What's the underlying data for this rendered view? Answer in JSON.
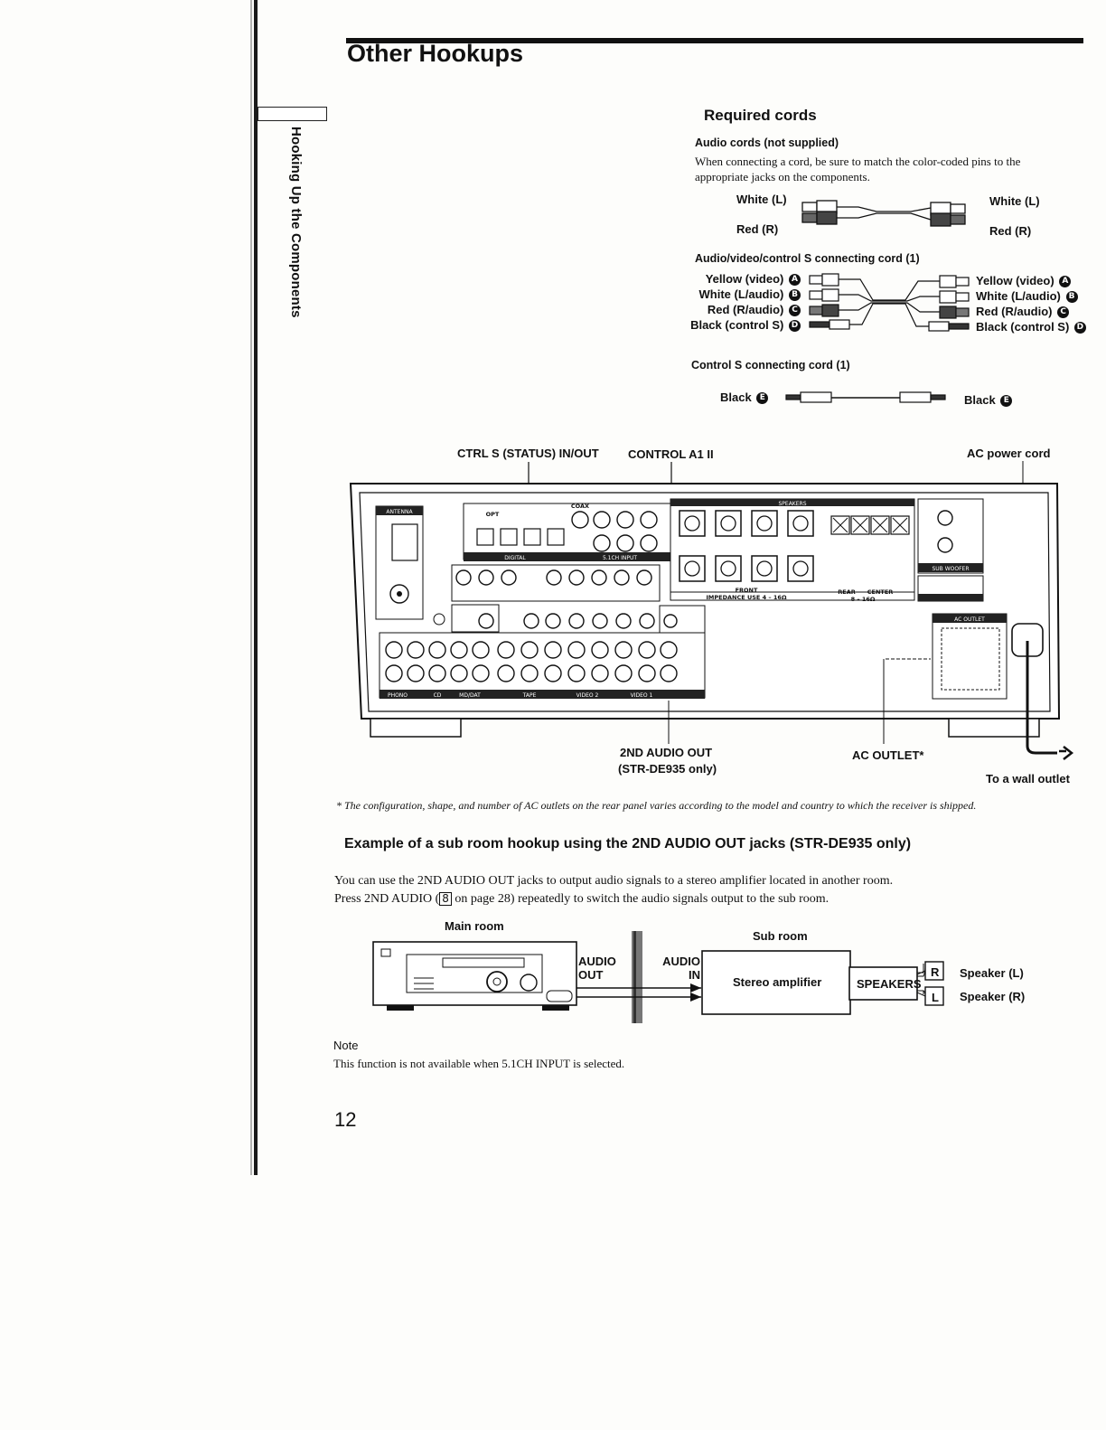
{
  "side_tab": "Hooking Up the Components",
  "heading": "Other Hookups",
  "required": {
    "title": "Required cords",
    "audio_title": "Audio cords (not supplied)",
    "audio_desc": "When connecting a cord, be sure to match the color-coded pins to the appropriate jacks on the components.",
    "audio_left": [
      "White (L)",
      "Red (R)"
    ],
    "audio_right": [
      "White (L)",
      "Red (R)"
    ],
    "av_title": "Audio/video/control S connecting cord (1)",
    "av_pins": [
      {
        "label": "Yellow (video)",
        "badge": "A"
      },
      {
        "label": "White (L/audio)",
        "badge": "B"
      },
      {
        "label": "Red (R/audio)",
        "badge": "C"
      },
      {
        "label": "Black (control S)",
        "badge": "D"
      }
    ],
    "ctrl_title": "Control S connecting cord (1)",
    "ctrl_pin": {
      "label": "Black",
      "badge": "E"
    }
  },
  "rear_panel": {
    "callout_ctrl_s": "CTRL S (STATUS) IN/OUT",
    "callout_control_a1": "CONTROL A1 II",
    "callout_ac_cord": "AC power cord",
    "callout_2nd_audio": "2ND AUDIO OUT",
    "callout_2nd_audio_note": "(STR-DE935 only)",
    "callout_ac_outlet": "AC OUTLET*",
    "callout_wall": "To a wall outlet",
    "panel_labels": {
      "speakers": "SPEAKERS",
      "front": "FRONT",
      "rear": "REAR",
      "center": "CENTER",
      "impedance": "IMPEDANCE USE 4 – 16Ω",
      "impedance2": "8 – 16Ω",
      "antenna": "ANTENNA",
      "digital": "DIGITAL",
      "input": "5.1CH INPUT",
      "opt": "OPT",
      "coax": "COAX",
      "ac_outlet": "AC OUTLET",
      "woofer": "SUB WOOFER",
      "phono": "PHONO",
      "cd": "CD",
      "mdsat": "MD/DAT",
      "tape": "TAPE",
      "video1": "VIDEO 1",
      "video2": "VIDEO 2"
    }
  },
  "footnote": "* The configuration, shape, and number of AC outlets on the rear panel varies according to the model and country to which the receiver is shipped.",
  "example": {
    "title": "Example of a sub room hookup using the 2ND AUDIO OUT jacks (STR-DE935 only)",
    "line1": "You can use the 2ND AUDIO OUT jacks to output audio signals to a stereo amplifier located in another room.",
    "line2_pre": "Press 2ND AUDIO (",
    "line2_key": "8",
    "line2_post": " on page 28) repeatedly to switch the audio signals output to the sub room.",
    "main_room": "Main room",
    "sub_room": "Sub room",
    "audio_out": [
      "AUDIO",
      "OUT"
    ],
    "audio_in": [
      "AUDIO",
      "IN"
    ],
    "amplifier": "Stereo amplifier",
    "speakers": "SPEAKERS",
    "r": "R",
    "l": "L",
    "spk_l": "Speaker (L)",
    "spk_r": "Speaker (R)"
  },
  "note": {
    "title": "Note",
    "text": "This function is not available when 5.1CH INPUT is selected."
  },
  "page_number": "12"
}
